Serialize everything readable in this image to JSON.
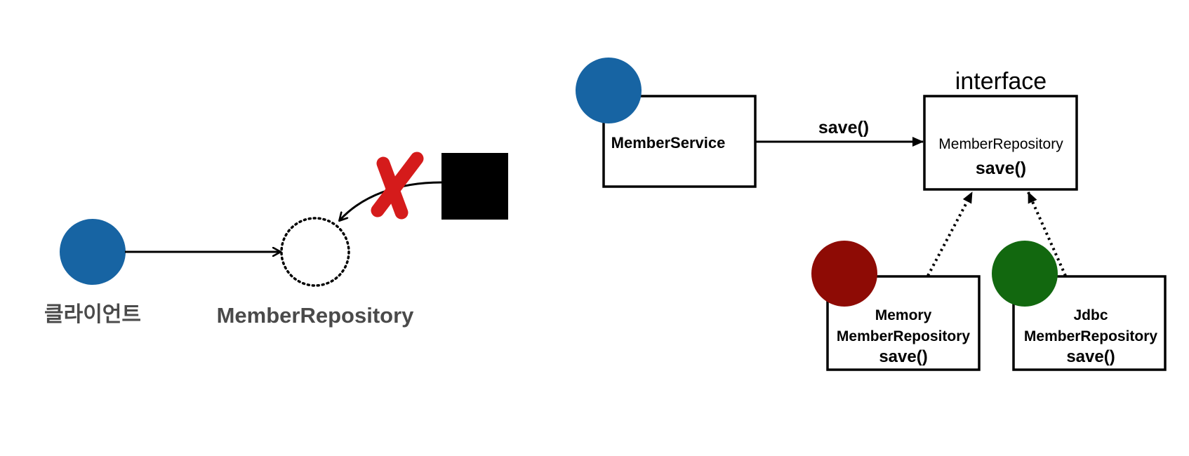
{
  "left_diagram": {
    "client_label": "클라이언트",
    "repository_label": "MemberRepository"
  },
  "right_diagram": {
    "service_label": "MemberService",
    "call_label": "save()",
    "interface_stereotype": "interface",
    "interface_name": "MemberRepository",
    "interface_method": "save()",
    "memory_impl": {
      "line1": "Memory",
      "line2": "MemberRepository",
      "method": "save()"
    },
    "jdbc_impl": {
      "line1": "Jdbc",
      "line2": "MemberRepository",
      "method": "save()"
    }
  },
  "colors": {
    "blue": "#1764a3",
    "red": "#8e0b05",
    "green": "#12680f",
    "cross": "#d51b1b",
    "label_gray": "#4a4a4a"
  },
  "icons": {
    "cross": "cross-mark-icon"
  }
}
